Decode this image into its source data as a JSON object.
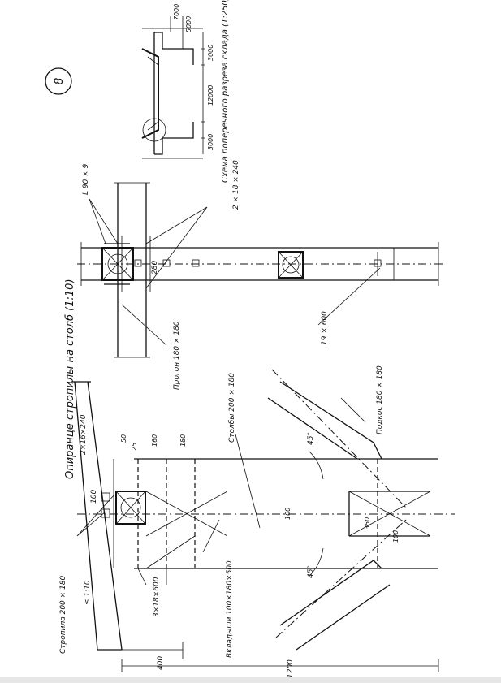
{
  "sheet_number": "8",
  "main_title": "Опиранце  стропилы  на  столб (1:10)",
  "scheme_title": "Схема  поперечного  разреза  склада (1:250)",
  "labels": {
    "rafter": "Стропила  200 × 180",
    "slope": "≤ 1:10",
    "bolts_top": "2×16×240",
    "dim_100_top": "100",
    "bolts_bottom": "3×18×600",
    "inserts": "Вкладыши 100×180×500",
    "posts": "Столбы  200 × 180",
    "strut": "Подкос  180 × 180",
    "purlin": "Прогон  180 × 180",
    "angle": "L 90 × 9",
    "bolts_right": "2 × 18 × 240",
    "dim_280": "280",
    "bolt_single": "19 × 600",
    "angle_45_upper": "45°",
    "angle_45_lower": "45°",
    "dim_100_mid": "100",
    "dim_350": "350",
    "dim_100_strut": "100",
    "dim_400": "400",
    "dim_1200": "1200",
    "dim_50": "50",
    "dim_25": "25",
    "dim_160": "160",
    "dim_180": "180"
  },
  "scheme_dims": {
    "d7000": "7000",
    "d5000": "5000",
    "d3000a": "3000",
    "d12000": "12000",
    "d3000b": "3000"
  }
}
